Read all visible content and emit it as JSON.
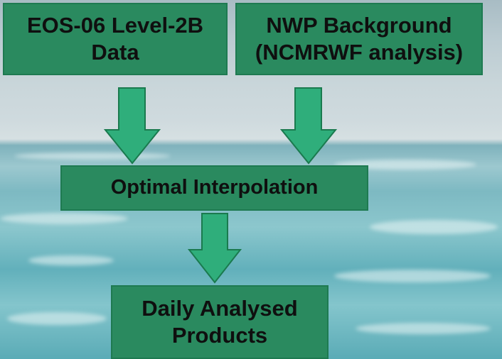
{
  "nodes": {
    "eos": {
      "line1": "EOS-06 Level-2B",
      "line2": "Data"
    },
    "nwp": {
      "line1": "NWP Background",
      "line2": "(NCMRWF analysis)"
    },
    "oi": {
      "line1": "Optimal Interpolation"
    },
    "dap": {
      "line1": "Daily Analysed",
      "line2": "Products"
    }
  },
  "colors": {
    "box_fill": "#2a8a5f",
    "arrow_fill": "#2fae7b",
    "arrow_stroke": "#1a7a4e",
    "text": "#0f0f0f"
  }
}
